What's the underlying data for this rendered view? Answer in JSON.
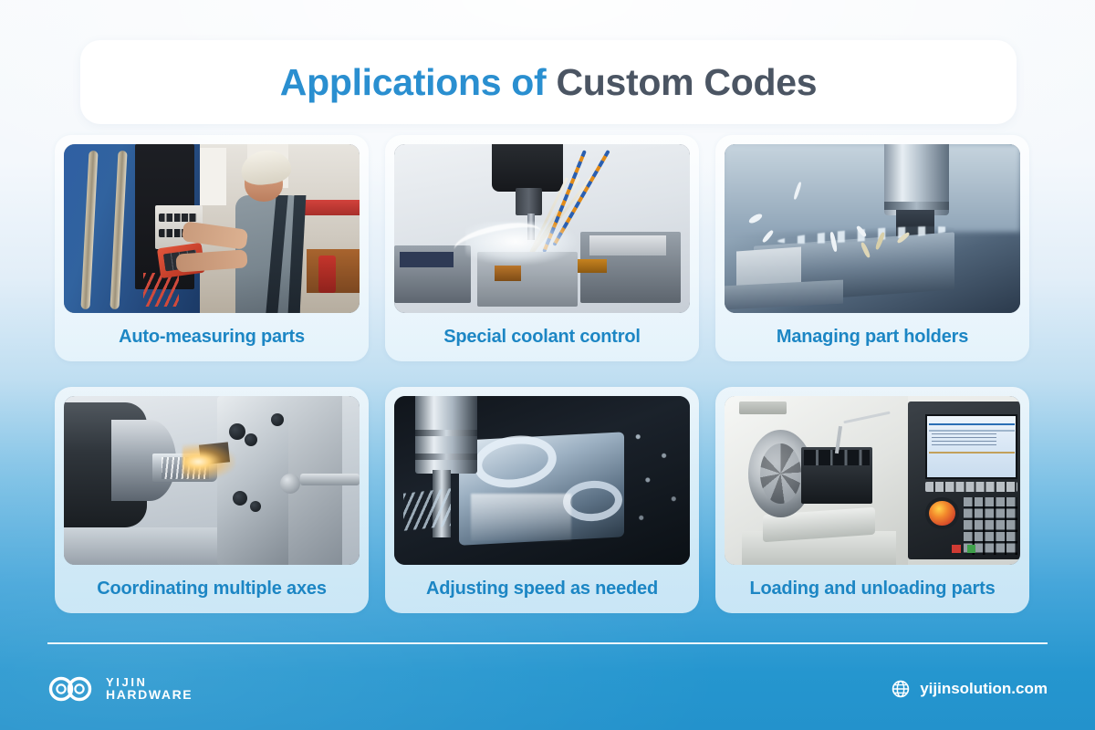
{
  "header": {
    "title_accent": "Applications of",
    "title_rest": "Custom Codes",
    "accent_color": "#2a8fd0",
    "rest_color": "#4b5563"
  },
  "theme": {
    "background_top": "#f7f9fc",
    "background_bottom": "#2392cc",
    "card_label_color": "#1c86c4",
    "footer_text_color": "#ffffff",
    "divider_color": "#ffffff"
  },
  "cards": [
    {
      "label": "Auto-measuring parts",
      "image_name": "worker-operating-cnc-control-panel",
      "image_alt": "Machinist in hard hat operating a blue CNC machine control panel with handheld pendant"
    },
    {
      "label": "Special coolant control",
      "image_name": "cnc-mill-coolant-spray",
      "image_alt": "CNC milling spindle cutting with coolant splashing and blue-orange flexible coolant nozzles"
    },
    {
      "label": "Managing part holders",
      "image_name": "milling-cutter-metal-chips",
      "image_alt": "Blue-toned close-up of a milling cutter removing metal chips from a clamped workpiece"
    },
    {
      "label": "Coordinating multiple axes",
      "image_name": "cnc-lathe-turning-spark",
      "image_alt": "CNC lathe chuck turning a metal bar with a bright cutting spark at the tool insert"
    },
    {
      "label": "Adjusting speed as needed",
      "image_name": "milling-shiny-aluminum-part",
      "image_alt": "Dark close-up of an end mill machining a shiny aluminum part with circular bores"
    },
    {
      "label": "Loading and unloading parts",
      "image_name": "cnc-lathe-with-control-panel",
      "image_alt": "CNC lathe with three-jaw chuck, tool turret and operator control panel with emergency stop"
    }
  ],
  "footer": {
    "brand_line1": "YIJIN",
    "brand_line2": "HARDWARE",
    "logo_name": "yijin-infinity-logo",
    "website": "yijinsolution.com",
    "globe_icon": "globe-icon"
  }
}
